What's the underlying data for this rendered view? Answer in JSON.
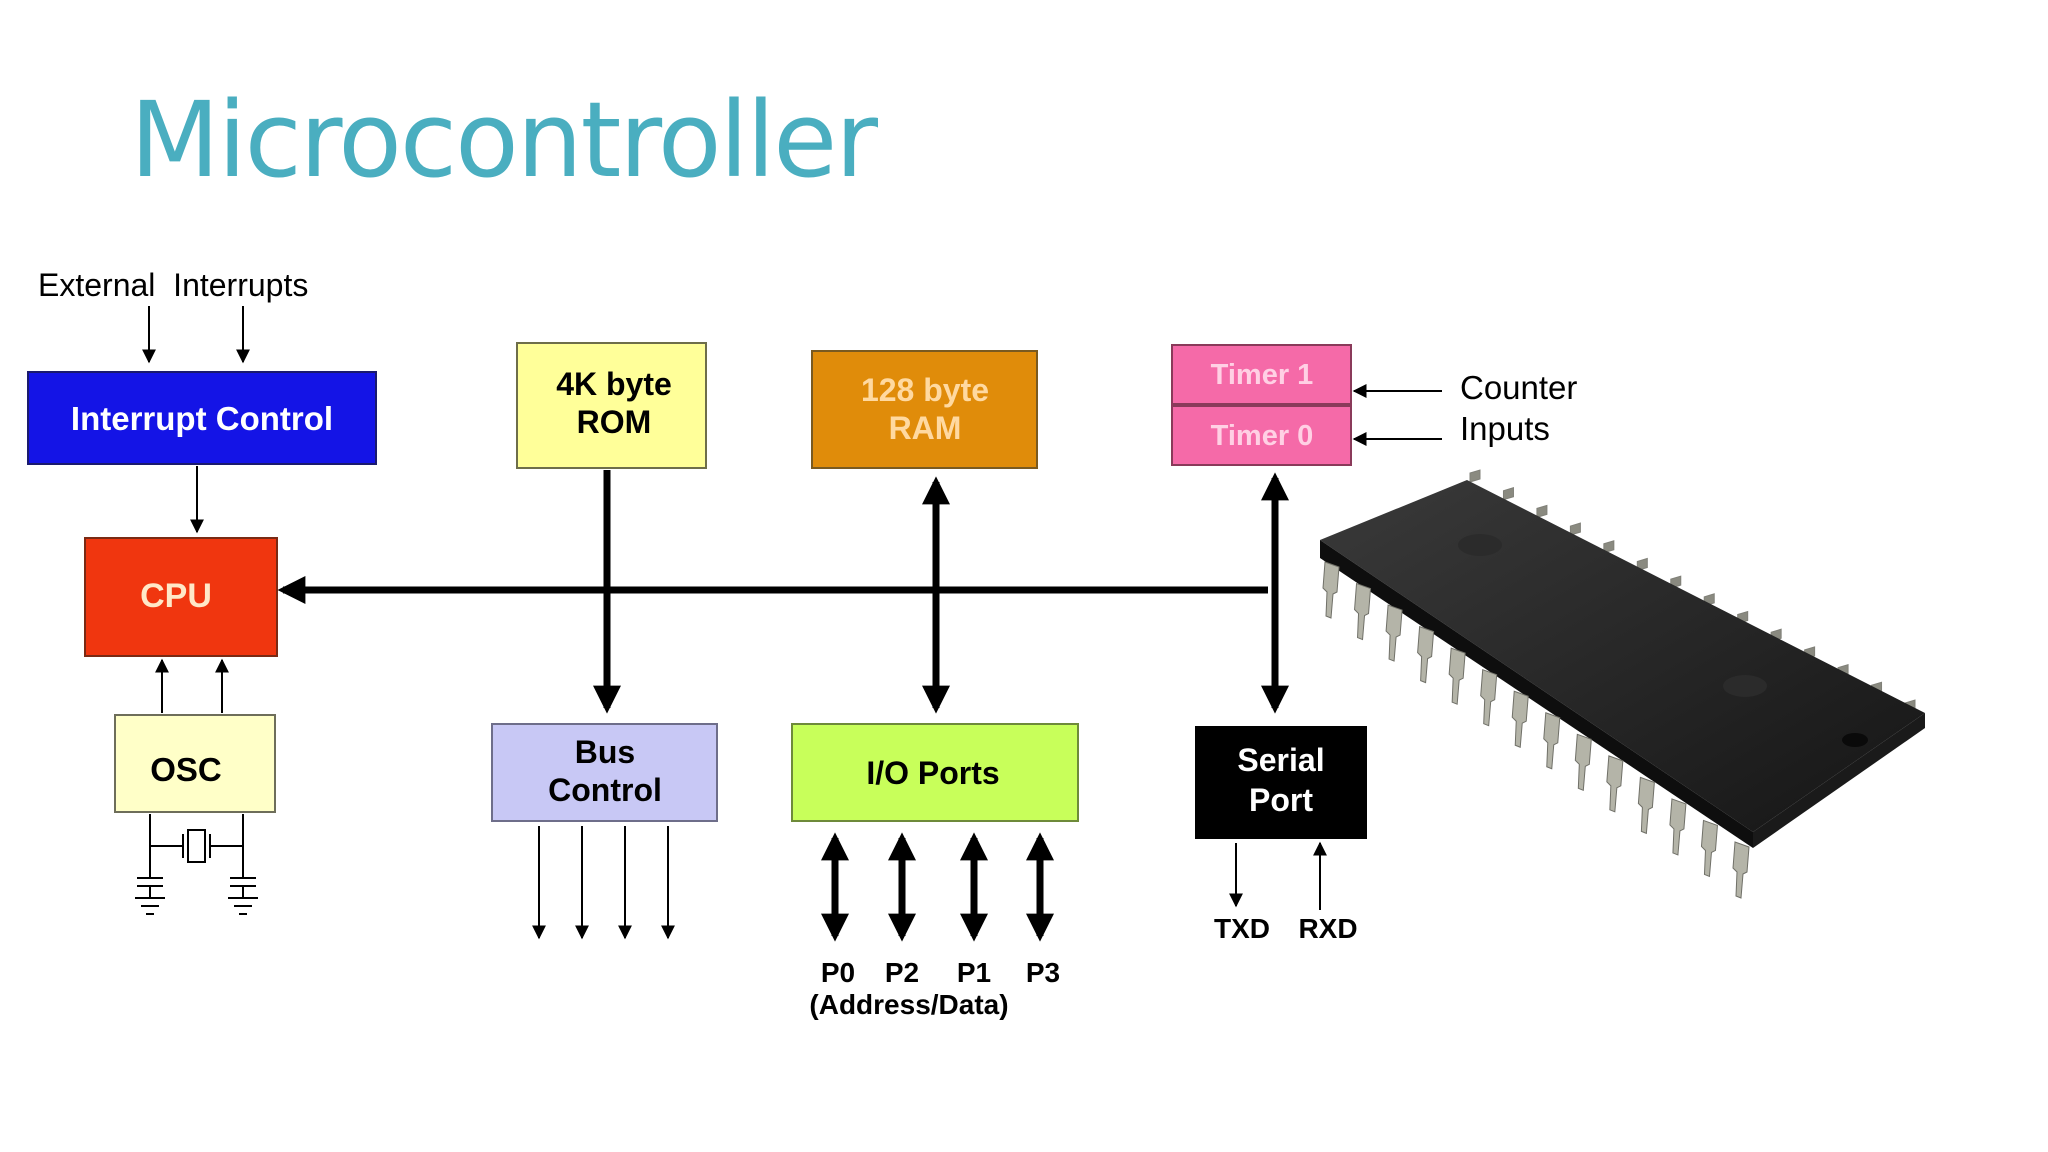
{
  "slide": {
    "title": "Microcontroller"
  },
  "diagram": {
    "external_interrupts": "External  Interrupts",
    "interrupt_control": "Interrupt Control",
    "cpu": "CPU",
    "osc": "OSC",
    "rom_line1": "4K byte",
    "rom_line2": "ROM",
    "ram_line1": "128 byte",
    "ram_line2": "RAM",
    "timer1": "Timer 1",
    "timer0": "Timer 0",
    "counter_line1": "Counter",
    "counter_line2": "Inputs",
    "bus_control_line1": "Bus",
    "bus_control_line2": "Control",
    "io_ports": "I/O Ports",
    "serial_port_line1": "Serial",
    "serial_port_line2": "Port",
    "txd": "TXD",
    "rxd": "RXD",
    "p0": "P0",
    "p2": "P2",
    "p1": "P1",
    "p3": "P3",
    "address_data": "(Address/Data)"
  },
  "colors": {
    "title": "#4aaec0",
    "interrupt_control": "#1414e6",
    "cpu": "#f0360f",
    "osc": "#ffffc8",
    "rom": "#ffff99",
    "ram": "#e08c0a",
    "timer": "#f56aa8",
    "bus_control": "#c8c8f5",
    "io_ports": "#c8ff5a",
    "serial_port": "#000000",
    "chip_body": "#1e1e1e",
    "chip_pins": "#b4b4a8"
  }
}
